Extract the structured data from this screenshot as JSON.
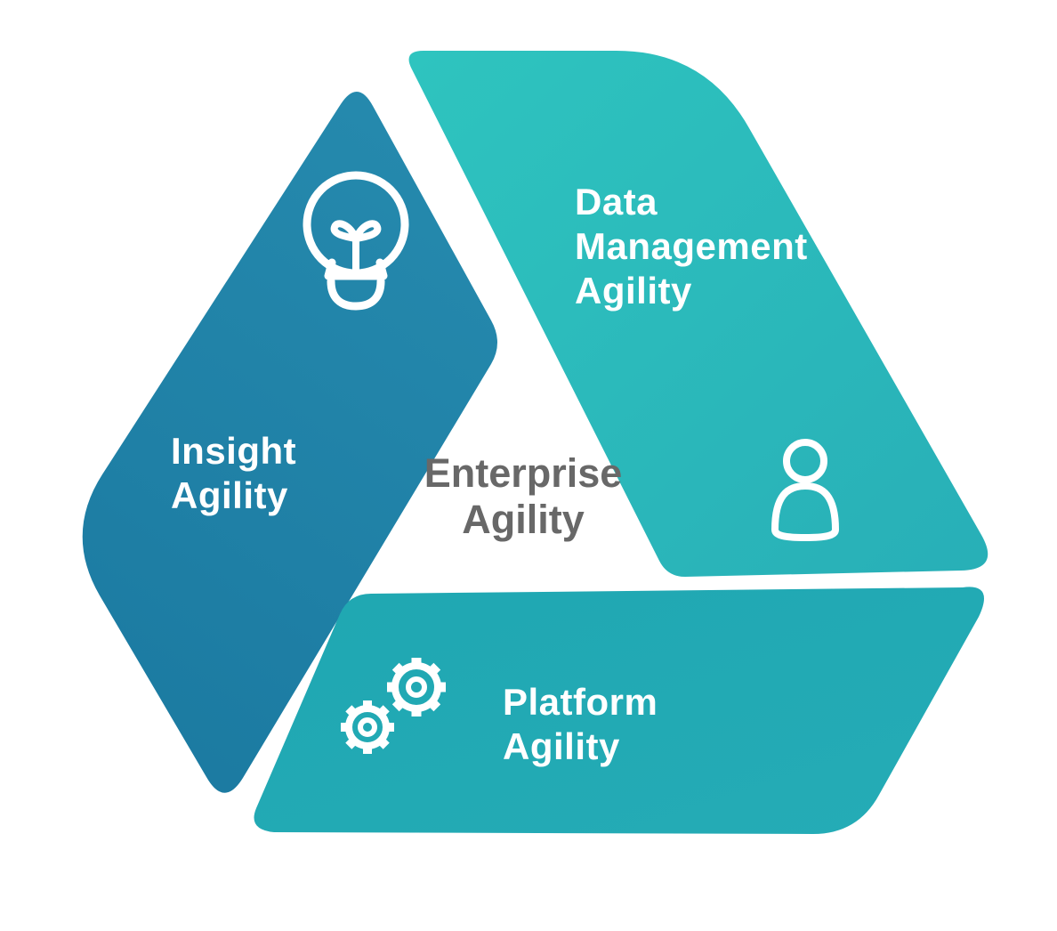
{
  "diagram": {
    "background": "#ffffff",
    "center_label": {
      "text": "Enterprise\nAgility",
      "color": "#686868"
    },
    "icon_color": "#ffffff",
    "segments": [
      {
        "name": "Insight Agility",
        "label": "Insight\nAgility",
        "icon": "lightbulb-icon",
        "color_start": "#2589ad",
        "color_end": "#1b7aa1",
        "label_color": "#ffffff"
      },
      {
        "name": "Data Management Agility",
        "label": "Data\nManagement\nAgility",
        "icon": "person-icon",
        "color_start": "#2ec4bf",
        "color_end": "#28afb7",
        "label_color": "#ffffff"
      },
      {
        "name": "Platform Agility",
        "label": "Platform\nAgility",
        "icon": "gears-icon",
        "color_start": "#1fa7b2",
        "color_end": "#25acb6",
        "label_color": "#ffffff"
      }
    ]
  }
}
